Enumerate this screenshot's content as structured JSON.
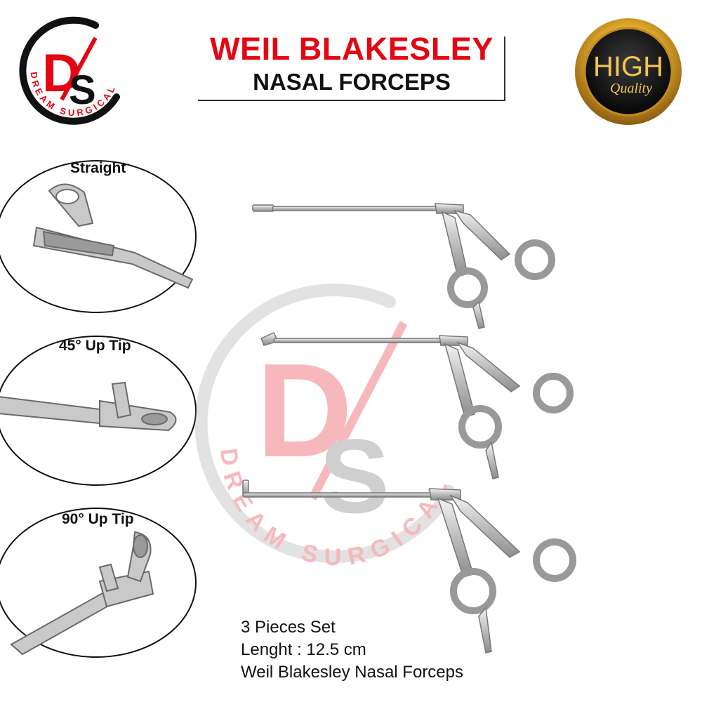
{
  "brand": {
    "monogram_d": "D",
    "monogram_s": "S",
    "arc_text": "DREAM SURGICAL",
    "color_red": "#e30613",
    "color_black": "#111111"
  },
  "title": {
    "line1": "WEIL BLAKESLEY",
    "line2": "NASAL FORCEPS"
  },
  "badge": {
    "line1": "HIGH",
    "line2": "Quality"
  },
  "details": [
    {
      "label": "Straight"
    },
    {
      "label": "45° Up Tip"
    },
    {
      "label": "90° Up Tip"
    }
  ],
  "info": {
    "line1": "3 Pieces Set",
    "line2": "Lenght : 12.5 cm",
    "line3": "Weil Blakesley Nasal Forceps"
  },
  "icons": {
    "logo": "dream-surgical-logo",
    "badge": "high-quality-badge",
    "products": "forceps-set-illustration"
  }
}
